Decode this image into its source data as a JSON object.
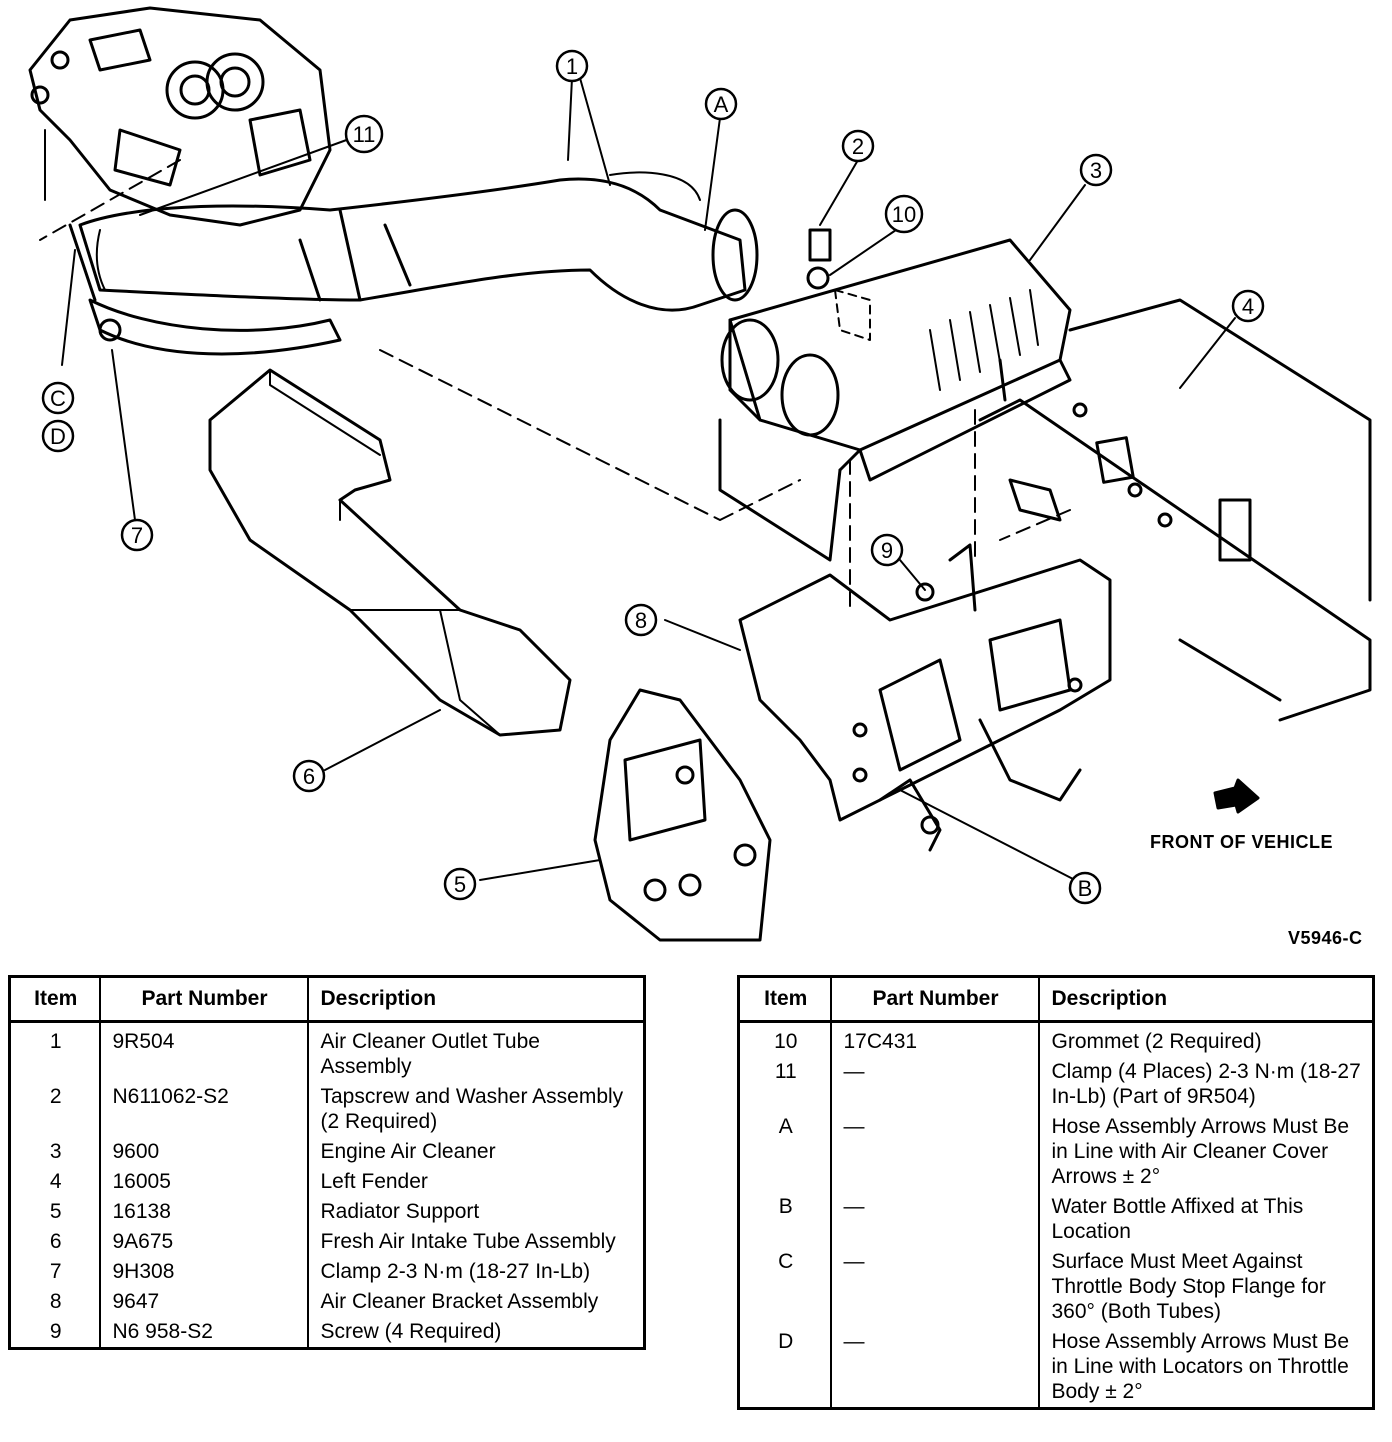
{
  "figure_code": "V5946-C",
  "direction_label": "FRONT OF VEHICLE",
  "callouts": [
    "1",
    "2",
    "3",
    "4",
    "5",
    "6",
    "7",
    "8",
    "9",
    "10",
    "11",
    "A",
    "B",
    "C",
    "D"
  ],
  "table_headers": {
    "item": "Item",
    "part_number": "Part Number",
    "description": "Description"
  },
  "parts_left": [
    {
      "item": "1",
      "part_number": "9R504",
      "description": "Air Cleaner Outlet Tube Assembly"
    },
    {
      "item": "2",
      "part_number": "N611062-S2",
      "description": "Tapscrew and Washer Assembly (2 Required)"
    },
    {
      "item": "3",
      "part_number": "9600",
      "description": "Engine Air Cleaner"
    },
    {
      "item": "4",
      "part_number": "16005",
      "description": "Left Fender"
    },
    {
      "item": "5",
      "part_number": "16138",
      "description": "Radiator Support"
    },
    {
      "item": "6",
      "part_number": "9A675",
      "description": "Fresh Air Intake Tube Assembly"
    },
    {
      "item": "7",
      "part_number": "9H308",
      "description": "Clamp 2-3 N·m (18-27 In-Lb)"
    },
    {
      "item": "8",
      "part_number": "9647",
      "description": "Air Cleaner Bracket Assembly"
    },
    {
      "item": "9",
      "part_number": "N6 958-S2",
      "description": "Screw (4 Required)"
    }
  ],
  "parts_right": [
    {
      "item": "10",
      "part_number": "17C431",
      "description": "Grommet (2 Required)"
    },
    {
      "item": "11",
      "part_number": "—",
      "description": "Clamp (4 Places) 2-3 N·m (18-27 In-Lb) (Part of 9R504)"
    },
    {
      "item": "A",
      "part_number": "—",
      "description": "Hose Assembly Arrows Must Be in Line with Air Cleaner Cover Arrows ± 2°"
    },
    {
      "item": "B",
      "part_number": "—",
      "description": "Water Bottle Affixed at This Location"
    },
    {
      "item": "C",
      "part_number": "—",
      "description": "Surface Must Meet Against Throttle Body Stop Flange for 360° (Both Tubes)"
    },
    {
      "item": "D",
      "part_number": "—",
      "description": "Hose Assembly Arrows Must Be in Line with Locators on Throttle Body ± 2°"
    }
  ]
}
